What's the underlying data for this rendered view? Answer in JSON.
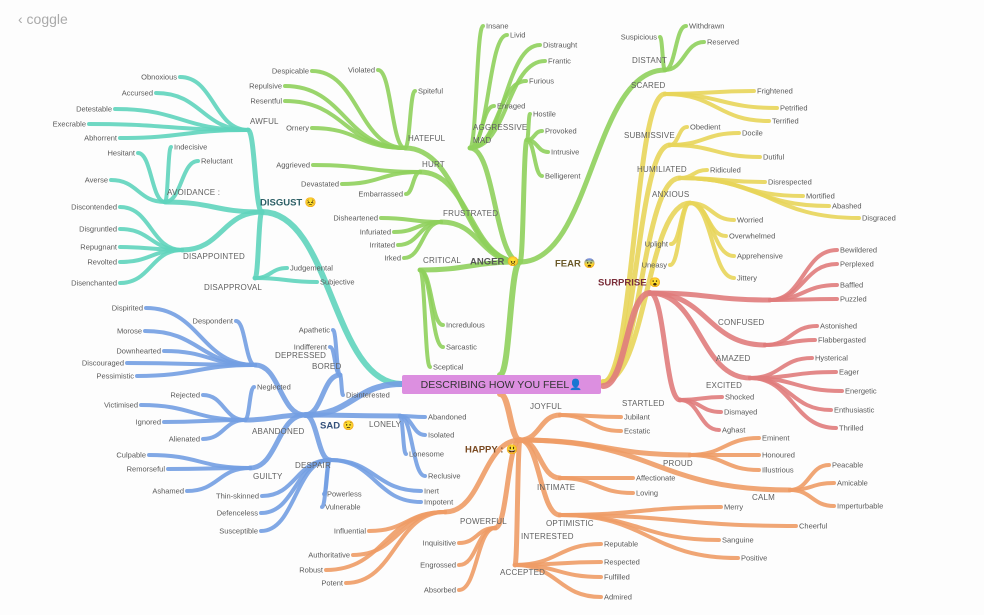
{
  "app": {
    "back_label": "‹ coggle"
  },
  "center": {
    "title": "DESCRIBING HOW YOU FEEL",
    "icon": "👤"
  },
  "branches": [
    {
      "name": "DISGUST",
      "emoji": "😣",
      "color": "#5fd4bd",
      "label_color": "#2d5f66",
      "groups": [
        {
          "label": "AWFUL",
          "items": [
            "Obnoxious",
            "Accursed",
            "Detestable",
            "Execrable",
            "Abhorrent"
          ]
        },
        {
          "label": "AVOIDANCE :",
          "items": [
            "Hesitant",
            "Indecisive",
            "Reluctant",
            "Averse"
          ]
        },
        {
          "label": "DISAPPOINTED",
          "items": [
            "Discontended",
            "Disgruntled",
            "Repugnant",
            "Revolted",
            "Disenchanted"
          ]
        },
        {
          "label": "DISAPPROVAL",
          "items": [
            "Judgemental",
            "Subjective"
          ]
        }
      ]
    },
    {
      "name": "ANGER",
      "emoji": "😠",
      "color": "#8fd05c",
      "label_color": "#555",
      "groups": [
        {
          "label": "HATEFUL",
          "items": [
            "Despicable",
            "Repulsive",
            "Resentful",
            "Ornery",
            "Violated",
            "Spiteful"
          ]
        },
        {
          "label": "AGGRESSIVE",
          "items": [
            "Insane",
            "Livid",
            "Distraught",
            "Frantic",
            "Furious",
            "Enraged"
          ]
        },
        {
          "label": "MAD",
          "items": [
            "Hostile",
            "Provoked",
            "Intrusive",
            "Belligerent"
          ]
        },
        {
          "label": "HURT",
          "items": [
            "Aggrieved",
            "Devastated",
            "Embarrassed"
          ]
        },
        {
          "label": "FRUSTRATED",
          "items": [
            "Disheartened",
            "Infuriated",
            "Irritated",
            "Irked"
          ]
        },
        {
          "label": "CRITICAL",
          "items": [
            "Incredulous",
            "Sarcastic",
            "Sceptical"
          ]
        }
      ]
    },
    {
      "name": "FEAR",
      "emoji": "😨",
      "color": "#e8d55a",
      "label_color": "#6b5a2a",
      "groups": [
        {
          "label": "DISTANT",
          "color": "#8fd05c",
          "items": [
            "Suspicious",
            "Withdrawn",
            "Reserved"
          ]
        },
        {
          "label": "SCARED",
          "items": [
            "Frightened",
            "Petrified",
            "Terrified"
          ]
        },
        {
          "label": "SUBMISSIVE",
          "items": [
            "Obedient",
            "Docile",
            "Dutiful"
          ]
        },
        {
          "label": "HUMILIATED",
          "items": [
            "Ridiculed",
            "Disrespected",
            "Mortified",
            "Abashed",
            "Disgraced"
          ]
        },
        {
          "label": "ANXIOUS",
          "items": [
            "Worried",
            "Overwhelmed",
            "Apprehensive",
            "Jittery",
            "Uplight",
            "Uneasy"
          ]
        }
      ]
    },
    {
      "name": "SURPRISE",
      "emoji": "😮",
      "color": "#e07c7c",
      "label_color": "#7a2e3a",
      "groups": [
        {
          "label": "CONFUSED",
          "items": [
            "Bewildered",
            "Perplexed",
            "Baffled",
            "Puzzled"
          ]
        },
        {
          "label": "AMAZED",
          "items": [
            "Astonished",
            "Flabbergasted"
          ]
        },
        {
          "label": "EXCITED",
          "items": [
            "Hysterical",
            "Eager",
            "Energetic",
            "Enthusiastic",
            "Thrilled"
          ]
        },
        {
          "label": "STARTLED",
          "items": [
            "Shocked",
            "Dismayed",
            "Aghast"
          ]
        }
      ]
    },
    {
      "name": "HAPPY :",
      "emoji": "😃",
      "color": "#ee9c66",
      "label_color": "#7a4a22",
      "groups": [
        {
          "label": "JOYFUL",
          "items": [
            "Jubilant",
            "Ecstatic"
          ]
        },
        {
          "label": "PROUD",
          "items": [
            "Eminent",
            "Honoured",
            "Illustrious"
          ]
        },
        {
          "label": "CALM",
          "items": [
            "Peacable",
            "Amicable",
            "Imperturbable"
          ]
        },
        {
          "label": "INTIMATE",
          "items": [
            "Affectionate",
            "Loving"
          ]
        },
        {
          "label": "OPTIMISTIC",
          "items": [
            "Merry",
            "Cheerful",
            "Sanguine",
            "Positive"
          ]
        },
        {
          "label": "POWERFUL",
          "items": [
            "Influential",
            "Authoritative",
            "Robust",
            "Potent"
          ]
        },
        {
          "label": "INTERESTED",
          "items": [
            "Inquisitive",
            "Engrossed",
            "Absorbed"
          ]
        },
        {
          "label": "ACCEPTED",
          "items": [
            "Reputable",
            "Respected",
            "Fulfilled",
            "Admired"
          ]
        }
      ]
    },
    {
      "name": "SAD",
      "emoji": "😟",
      "color": "#739ee2",
      "label_color": "#34507a",
      "groups": [
        {
          "label": "DEPRESSED",
          "items": [
            "Dispirited",
            "Morose",
            "Downhearted",
            "Discouraged",
            "Pessimistic",
            "Despondent"
          ]
        },
        {
          "label": "BORED",
          "items": [
            "Apathetic",
            "Indifferent",
            "Disinterested"
          ]
        },
        {
          "label": "ABANDONED",
          "items": [
            "Rejected",
            "Neglected",
            "Victimised",
            "Ignored",
            "Alienated"
          ]
        },
        {
          "label": "LONELY",
          "items": [
            "Abandoned",
            "Isolated",
            "Lonesome",
            "Reclusive"
          ]
        },
        {
          "label": "GUILTY",
          "items": [
            "Culpable",
            "Remorseful",
            "Ashamed"
          ]
        },
        {
          "label": "DESPAIR",
          "items": [
            "Inert",
            "Impotent",
            "Powerless",
            "Vulnerable",
            "Thin-skinned",
            "Defenceless",
            "Susceptible"
          ]
        }
      ]
    }
  ]
}
